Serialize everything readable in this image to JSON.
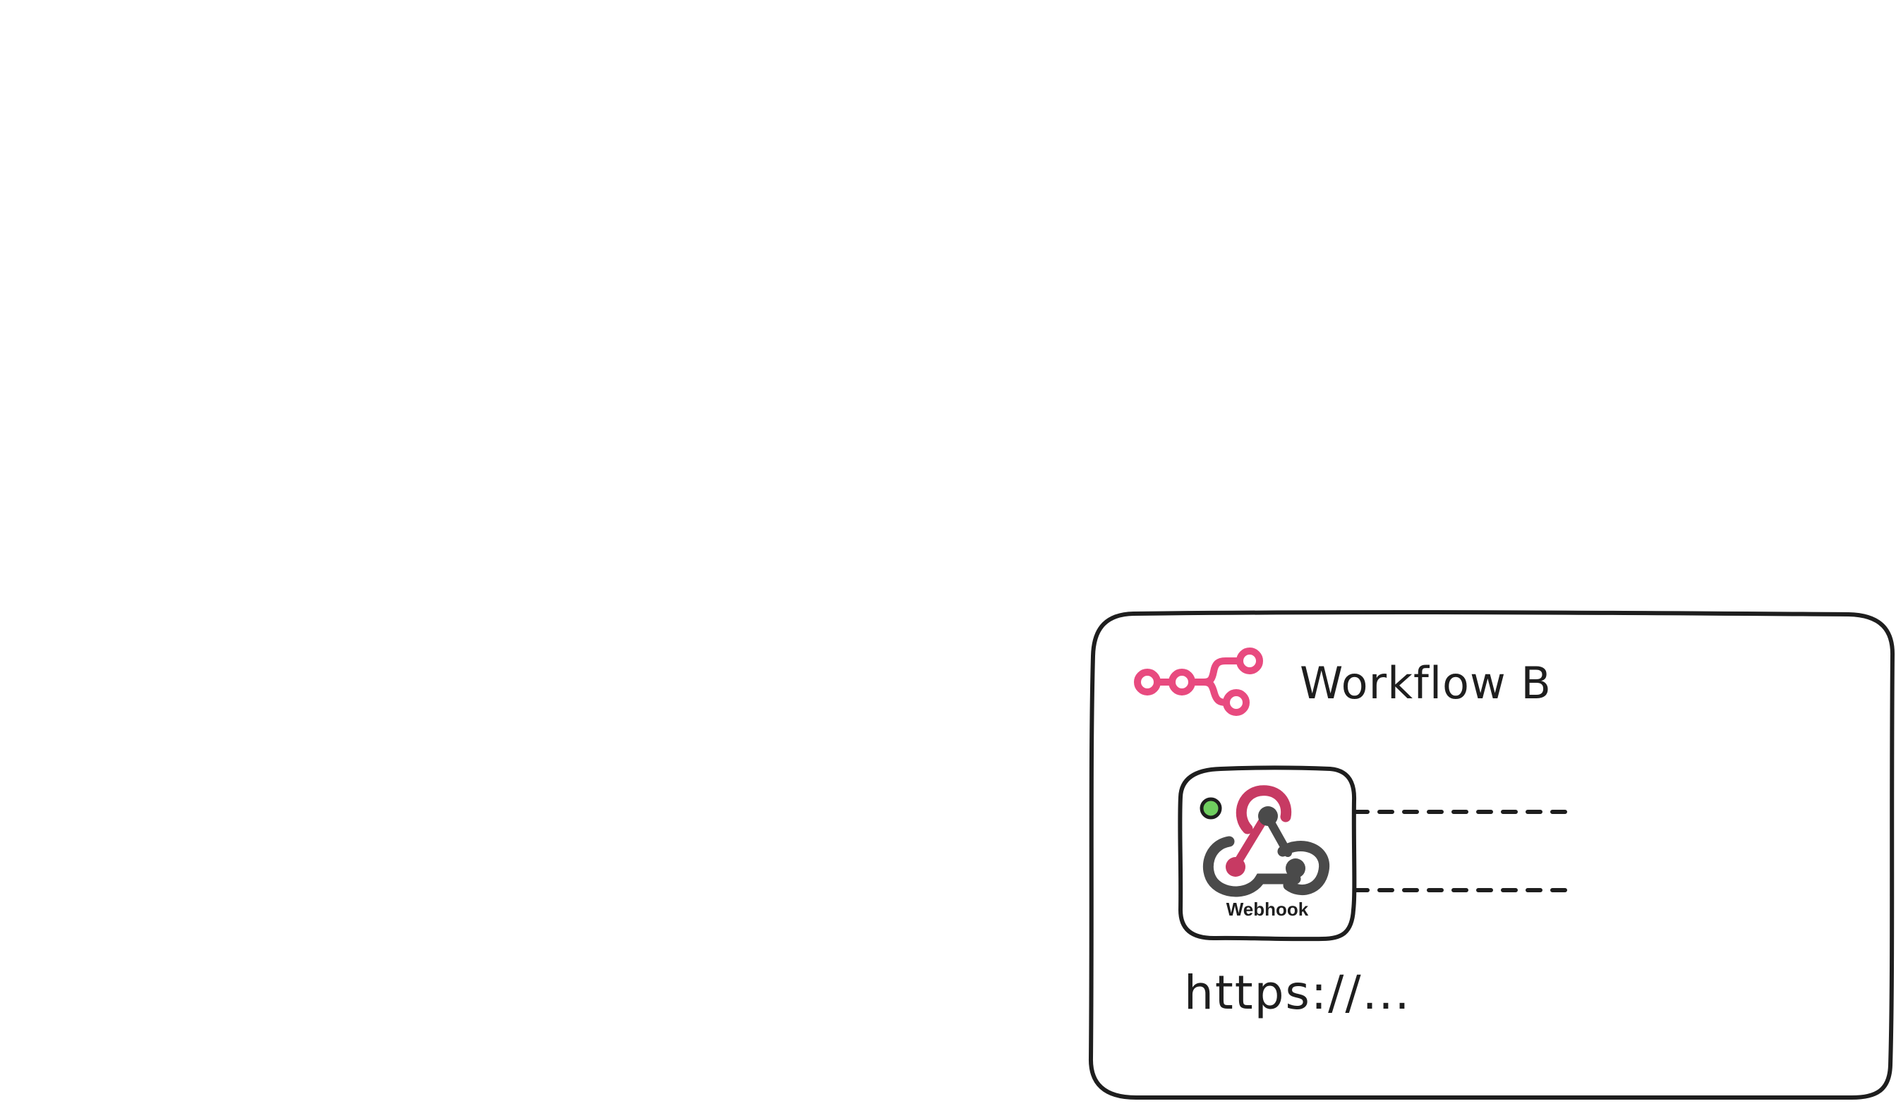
{
  "workflow": {
    "title": "Workflow B",
    "url_text": "https://..."
  },
  "node": {
    "label": "Webhook",
    "status": "active"
  },
  "icons": {
    "workflow_logo": "n8n-workflow-icon",
    "webhook_logo": "webhook-icon"
  },
  "colors": {
    "brand_pink": "#e84a7f",
    "webhook_red": "#c73a63",
    "webhook_dark": "#4a4a4a",
    "status_green": "#6fce5f",
    "stroke": "#1e1e1e"
  }
}
